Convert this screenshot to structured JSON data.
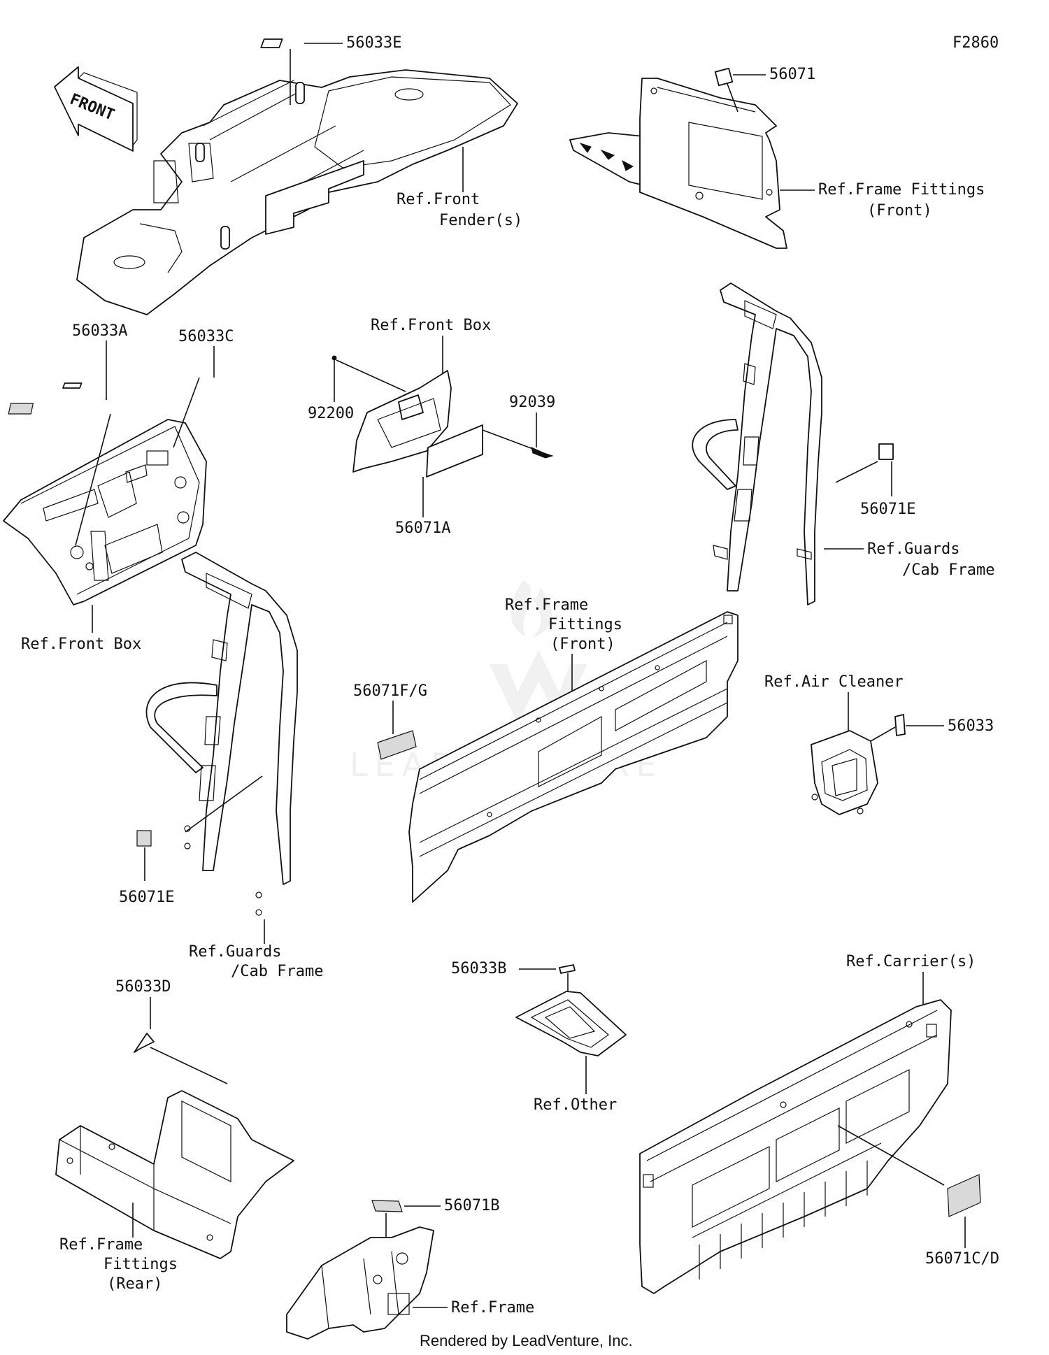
{
  "diagram_code": "F2860",
  "front_arrow_text": "FRONT",
  "watermark": "LEADVENTURE",
  "footer_credit": "Rendered by LeadVenture, Inc.",
  "part_labels": {
    "p56033E": "56033E",
    "p56071_top": "56071",
    "p56033A": "56033A",
    "p56033C": "56033C",
    "p92200": "92200",
    "p92039": "92039",
    "p56071A": "56071A",
    "p56071E_right": "56071E",
    "p56071FG": "56071F/G",
    "p56033": "56033",
    "p56071E_left": "56071E",
    "p56033B": "56033B",
    "p56033D": "56033D",
    "p56071B": "56071B",
    "p56071CD": "56071C/D"
  },
  "ref_labels": {
    "front_fender": [
      "Ref.Front",
      "Fender(s)"
    ],
    "frame_fittings_front_top": [
      "Ref.Frame Fittings",
      "(Front)"
    ],
    "front_box_top": "Ref.Front Box",
    "front_box_left": "Ref.Front Box",
    "guards_right": [
      "Ref.Guards",
      "/Cab Frame"
    ],
    "frame_fittings_front_mid": [
      "Ref.Frame",
      "Fittings",
      "(Front)"
    ],
    "air_cleaner": "Ref.Air Cleaner",
    "guards_left": [
      "Ref.Guards",
      "/Cab Frame"
    ],
    "carrier": "Ref.Carrier(s)",
    "other": "Ref.Other",
    "frame_fittings_rear": [
      "Ref.Frame",
      "Fittings",
      "(Rear)"
    ],
    "frame": "Ref.Frame"
  }
}
